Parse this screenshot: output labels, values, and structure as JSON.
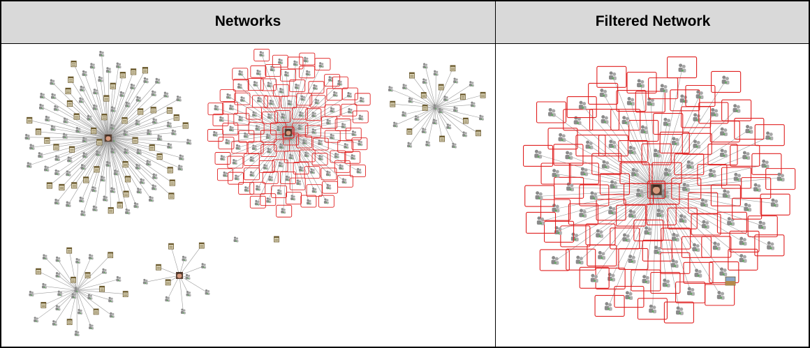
{
  "headers": {
    "networks": "Networks",
    "filtered": "Filtered Network"
  },
  "colors": {
    "header_bg": "#d9d9d9",
    "border": "#000000",
    "edge": "#9a9a9a",
    "highlight": "#e02020",
    "person": "#8a8a8a",
    "building": "#6b5a2e",
    "hub": "#c0503a"
  },
  "networks_panel": {
    "graphs": [
      {
        "leaf_count": 120,
        "mixed_buildings": true,
        "highlighted": false,
        "hub_icon": "person-photo-icon"
      },
      {
        "leaf_count": 95,
        "mixed_buildings": false,
        "highlighted": true,
        "hub_icon": "person-photo-icon"
      },
      {
        "leaf_count": 35,
        "mixed_buildings": true,
        "highlighted": false,
        "hub_icon": "person-icon"
      },
      {
        "leaf_count": 30,
        "mixed_buildings": true,
        "highlighted": false,
        "hub_icon": "person-icon"
      },
      {
        "leaf_count": 12,
        "mixed_buildings": true,
        "highlighted": false,
        "hub_icon": "person-photo-icon"
      }
    ],
    "isolated_nodes": [
      "person-icon",
      "building-icon"
    ]
  },
  "filtered_panel": {
    "graph": {
      "leaf_count": 95,
      "highlighted": true,
      "hub_icon": "person-photo-icon",
      "extra_icon": "building-photo-icon"
    }
  }
}
